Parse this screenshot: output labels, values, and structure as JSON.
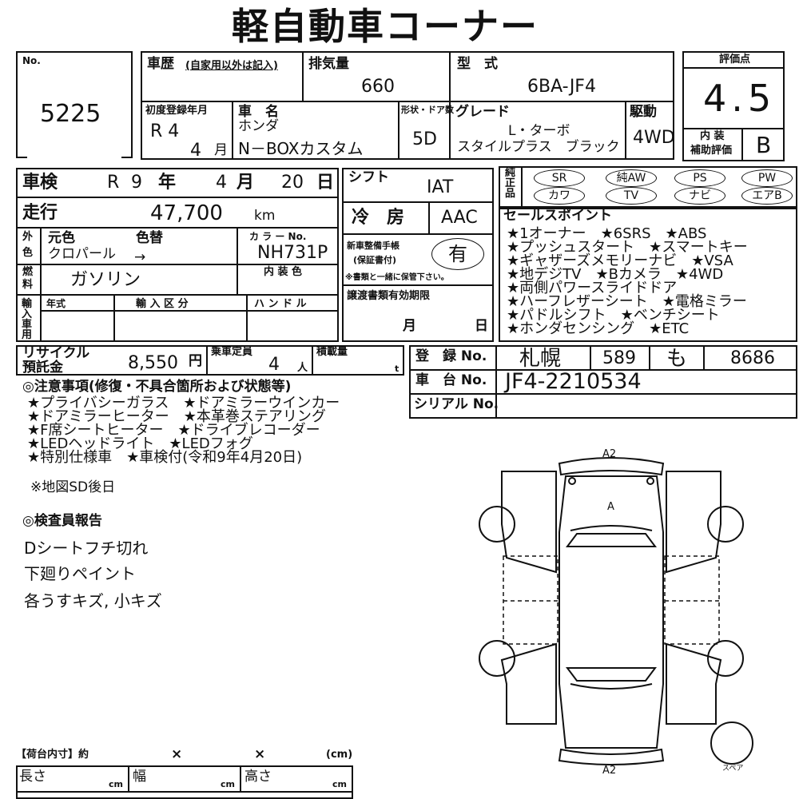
{
  "title": "軽自動車コーナー",
  "lot": {
    "label": "No.",
    "number": "5225"
  },
  "history": {
    "label": "車歴",
    "note": "(自家用以外は記入)"
  },
  "displacement": {
    "label": "排気量",
    "value": "660"
  },
  "model": {
    "label": "型　式",
    "value": "6BA-JF4"
  },
  "score": {
    "label": "評価点",
    "value": "4.5",
    "interior_label_1": "内 装",
    "interior_label_2": "補助評価",
    "interior_value": "B"
  },
  "first_reg": {
    "label": "初度登録年月",
    "year": "R 4",
    "month": "4",
    "month_unit": "月"
  },
  "car_name": {
    "label": "車　名",
    "maker": "ホンダ",
    "name": "N－BOXカスタム"
  },
  "doors": {
    "label": "形状・ドア数",
    "value": "5D"
  },
  "grade": {
    "label": "グレード",
    "line1": "L・ターボ",
    "line2": "スタイルプラス　ブラック"
  },
  "drive": {
    "label": "駆動",
    "value": "4WD"
  },
  "inspection": {
    "label": "車検",
    "era": "R",
    "year": "9",
    "year_unit": "年",
    "month": "4",
    "month_unit": "月",
    "day": "20",
    "day_unit": "日"
  },
  "mileage": {
    "label": "走行",
    "value": "47,700",
    "unit": "km"
  },
  "shift": {
    "label": "シフト",
    "value": "IAT"
  },
  "ac": {
    "label": "冷　房",
    "value": "AAC"
  },
  "color": {
    "side_1": "外",
    "side_2": "色",
    "original_label": "元色",
    "change_label": "色替",
    "original_value": "クロパール",
    "arrow": "→",
    "code_label": "カ ラ ー No.",
    "code_value": "NH731P",
    "interior_color_label": "内 装 色"
  },
  "fuel": {
    "side_1": "燃",
    "side_2": "料",
    "value": "ガソリン"
  },
  "manual": {
    "label_1": "新車整備手帳",
    "label_2": "(保証書付)",
    "value": "有",
    "note": "※書類と一緒に保管下さい。"
  },
  "import": {
    "side": "輸入車用",
    "year_label": "年式",
    "type_label": "輸 入 区 分",
    "handle_label": "ハ ン ド ル"
  },
  "transfer": {
    "label": "譲渡書類有効期限",
    "month_unit": "月",
    "day_unit": "日"
  },
  "equipment": {
    "side": "純正品",
    "items": [
      {
        "label": "SR",
        "circled": false
      },
      {
        "label": "純AW",
        "circled": true
      },
      {
        "label": "PS",
        "circled": false
      },
      {
        "label": "PW",
        "circled": false
      },
      {
        "label": "カワ",
        "circled": false
      },
      {
        "label": "TV",
        "circled": false
      },
      {
        "label": "ナビ",
        "circled": false
      },
      {
        "label": "エアB",
        "circled": false
      }
    ]
  },
  "sales_points": {
    "label": "セールスポイント",
    "lines": [
      "★1オーナー　★6SRS　★ABS",
      "★プッシュスタート　★スマートキー",
      "★ギャザーズメモリーナビ　★VSA",
      "★地デジTV　★Bカメラ　★4WD",
      "★両側パワースライドドア",
      "★ハーフレザーシート　★電格ミラー",
      "★パドルシフト　★ベンチシート",
      "★ホンダセンシング　★ETC"
    ]
  },
  "recycle": {
    "label_1": "リサイクル",
    "label_2": "預託金",
    "value": "8,550",
    "unit": "円"
  },
  "capacity": {
    "label": "乗車定員",
    "value": "4",
    "unit": "人"
  },
  "load": {
    "label": "積載量",
    "unit": "t"
  },
  "registration": {
    "label": "登　録 No.",
    "region": "札幌",
    "class": "589",
    "kana": "も",
    "number": "8686"
  },
  "chassis": {
    "label": "車　台 No.",
    "value": "JF4-2210534"
  },
  "serial": {
    "label": "シリアル No."
  },
  "notes": {
    "heading": "◎注意事項(修復・不具合箇所および状態等)",
    "lines": [
      "★プライバシーガラス　★ドアミラーウインカー",
      "★ドアミラーヒーター　★本革巻ステアリング",
      "★F席シートヒーター　★ドライブレコーダー",
      "★LEDヘッドライト　★LEDフォグ",
      "★特別仕様車　★車検付(令和9年4月20日)"
    ],
    "map": "※地図SD後日"
  },
  "inspector": {
    "heading": "◎検査員報告",
    "lines": [
      "Dシートフチ切れ",
      "下廻りペイント",
      "各うすキズ, 小キズ"
    ]
  },
  "diagram": {
    "front_label": "A2",
    "hood_label": "A",
    "rear_label": "A2",
    "spare_label": "スペア"
  },
  "cargo": {
    "heading": "【荷台内寸】約",
    "x1": "×",
    "x2": "×",
    "unit_paren": "(cm)",
    "length_label": "長さ",
    "width_label": "幅",
    "height_label": "高さ",
    "cm": "cm"
  }
}
